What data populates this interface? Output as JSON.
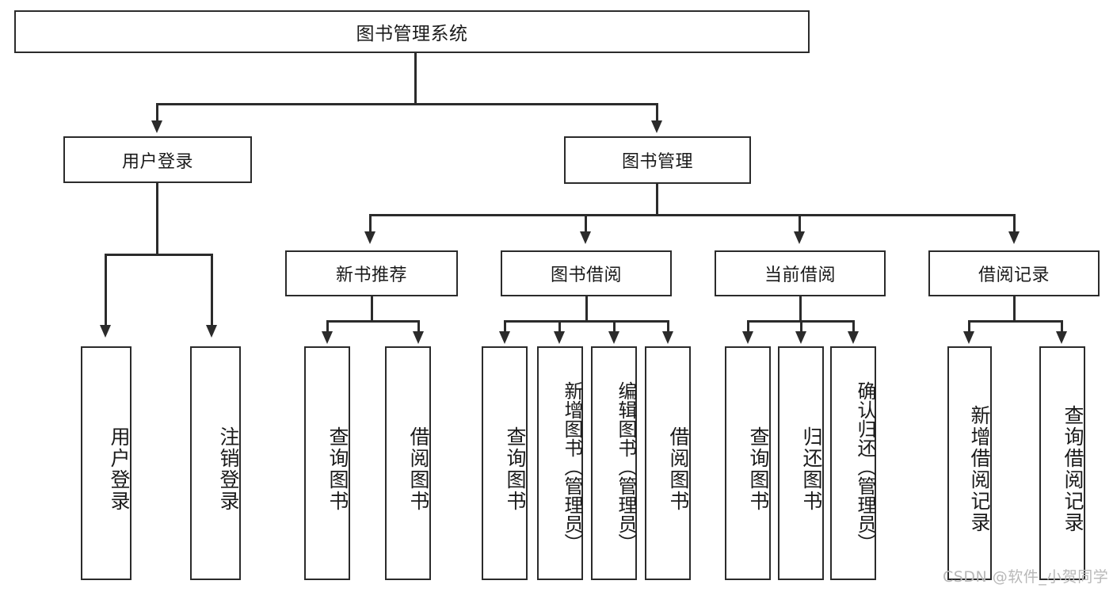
{
  "diagram": {
    "type": "tree-hierarchy-chart",
    "title": "图书管理系统",
    "root": {
      "label": "图书管理系统"
    },
    "level2": [
      {
        "id": "user-login",
        "label": "用户登录"
      },
      {
        "id": "book-manage",
        "label": "图书管理"
      }
    ],
    "level3": [
      {
        "id": "new-book-recommend",
        "label": "新书推荐"
      },
      {
        "id": "book-borrow",
        "label": "图书借阅"
      },
      {
        "id": "current-borrow",
        "label": "当前借阅"
      },
      {
        "id": "borrow-record",
        "label": "借阅记录"
      }
    ],
    "leaves": [
      {
        "id": "leaf-user-login",
        "label": "用户登录",
        "parent": "user-login"
      },
      {
        "id": "leaf-user-logout",
        "label": "注销登录",
        "parent": "user-login"
      },
      {
        "id": "leaf-query-book-1",
        "label": "查询图书",
        "parent": "new-book-recommend"
      },
      {
        "id": "leaf-borrow-book-1",
        "label": "借阅图书",
        "parent": "new-book-recommend"
      },
      {
        "id": "leaf-query-book-2",
        "label": "查询图书",
        "parent": "book-borrow"
      },
      {
        "id": "leaf-add-book",
        "label": "新增图书（管理员）",
        "parent": "book-borrow"
      },
      {
        "id": "leaf-edit-book",
        "label": "编辑图书（管理员）",
        "parent": "book-borrow"
      },
      {
        "id": "leaf-borrow-book-2",
        "label": "借阅图书",
        "parent": "book-borrow"
      },
      {
        "id": "leaf-query-book-3",
        "label": "查询图书",
        "parent": "current-borrow"
      },
      {
        "id": "leaf-return-book",
        "label": "归还图书",
        "parent": "current-borrow"
      },
      {
        "id": "leaf-confirm-return",
        "label": "确认归还（管理员）",
        "parent": "current-borrow"
      },
      {
        "id": "leaf-add-record",
        "label": "新增借阅记录",
        "parent": "borrow-record"
      },
      {
        "id": "leaf-query-record",
        "label": "查询借阅记录",
        "parent": "borrow-record"
      }
    ],
    "colors": {
      "stroke": "#2b2b2b",
      "fill": "#ffffff",
      "text": "#1a1a1a",
      "watermark": "#b8b8b8"
    }
  },
  "watermark": {
    "text": "CSDN @软件_小贺同学"
  }
}
